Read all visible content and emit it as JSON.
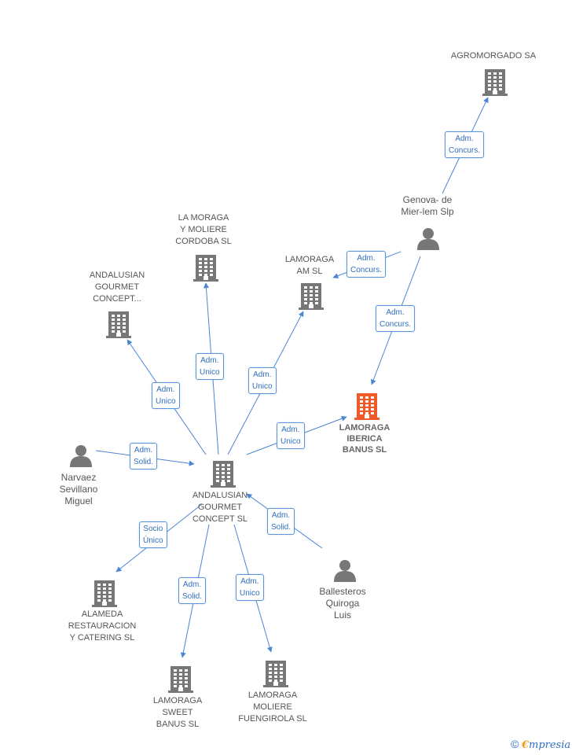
{
  "colors": {
    "company": "#777777",
    "company_main": "#f05a28",
    "person": "#777777",
    "edge": "#4a86d4"
  },
  "nodes": [
    {
      "id": "agromorgado",
      "kind": "company",
      "label": "AGROMORGADO SA"
    },
    {
      "id": "genova",
      "kind": "person",
      "label": "Genova- de\nMier-lem Slp"
    },
    {
      "id": "lamoraga_am",
      "kind": "company",
      "label": "LAMORAGA\nAM SL"
    },
    {
      "id": "la_moraga_cordoba",
      "kind": "company",
      "label": "LA MORAGA\nY MOLIERE\nCORDOBA SL"
    },
    {
      "id": "andalusian_concept",
      "kind": "company",
      "label": "ANDALUSIAN\nGOURMET\nCONCEPT..."
    },
    {
      "id": "lamoraga_iberica",
      "kind": "company_main",
      "label": "LAMORAGA\nIBERICA\nBANUS SL"
    },
    {
      "id": "narvaez",
      "kind": "person",
      "label": "Narvaez\nSevillano\nMiguel"
    },
    {
      "id": "andalusian_center",
      "kind": "company",
      "label": "ANDALUSIAN\nGOURMET\nCONCEPT SL"
    },
    {
      "id": "ballesteros",
      "kind": "person",
      "label": "Ballesteros\nQuiroga\nLuis"
    },
    {
      "id": "alameda",
      "kind": "company",
      "label": "ALAMEDA\nRESTAURACION\nY CATERING  SL"
    },
    {
      "id": "lamoraga_sweet",
      "kind": "company",
      "label": "LAMORAGA\nSWEET\nBANUS SL"
    },
    {
      "id": "lamoraga_moliere",
      "kind": "company",
      "label": "LAMORAGA\nMOLIERE\nFUENGIROLA SL"
    }
  ],
  "edges": [
    {
      "id": "e1",
      "label": "Adm.\nConcurs."
    },
    {
      "id": "e2",
      "label": "Adm.\nConcurs."
    },
    {
      "id": "e3",
      "label": "Adm.\nConcurs."
    },
    {
      "id": "e4",
      "label": "Adm.\nUnico"
    },
    {
      "id": "e5",
      "label": "Adm.\nUnico"
    },
    {
      "id": "e6",
      "label": "Adm.\nUnico"
    },
    {
      "id": "e7",
      "label": "Adm.\nUnico"
    },
    {
      "id": "e8",
      "label": "Adm.\nSolid."
    },
    {
      "id": "e9",
      "label": "Adm.\nSolid."
    },
    {
      "id": "e10",
      "label": "Socio\nÚnico"
    },
    {
      "id": "e11",
      "label": "Adm.\nSolid."
    },
    {
      "id": "e12",
      "label": "Adm.\nUnico"
    }
  ],
  "footer": {
    "copyright": "©",
    "brand_first": "€",
    "brand_rest": "mpresia"
  }
}
